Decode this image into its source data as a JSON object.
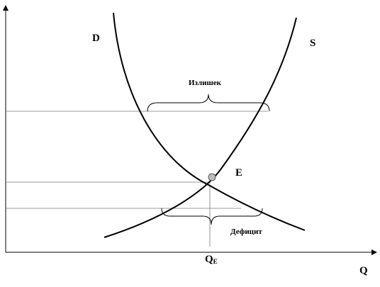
{
  "diagram": {
    "demand_label": "D",
    "supply_label": "S",
    "equilibrium_label": "E",
    "surplus_label": "Излишек",
    "deficit_label": "Дефицит",
    "x_axis_label": "Q",
    "equilibrium_quantity_label": "Q",
    "equilibrium_quantity_subscript": "E",
    "colors": {
      "line": "#000000",
      "guide": "#7a7a7a",
      "marker_fill": "#bdbdbd"
    }
  }
}
